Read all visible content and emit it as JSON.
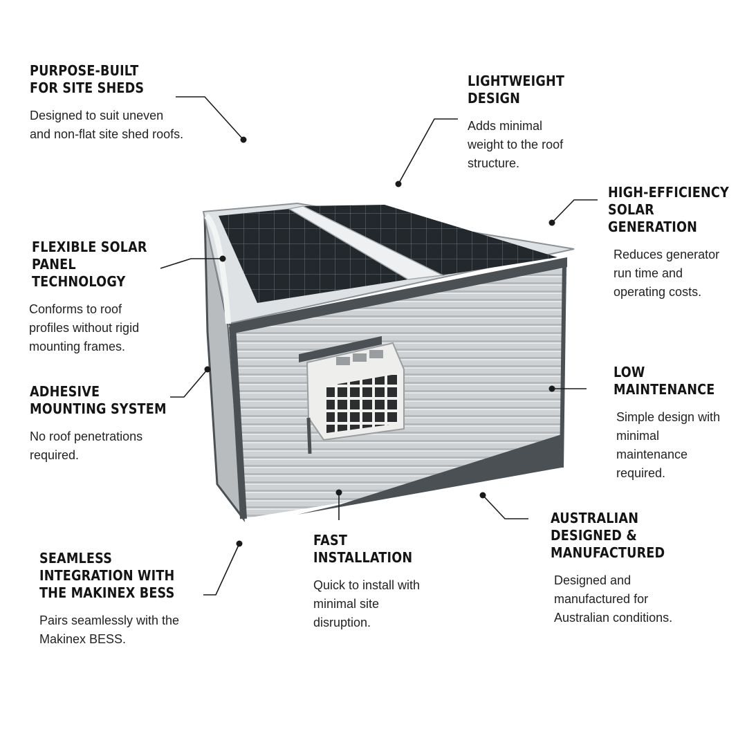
{
  "colors": {
    "text_heading": "#141414",
    "text_body": "#222222",
    "leader_line": "#1a1a1a",
    "solar_panel": "#1e2226",
    "shed_cladding": "#c9ccce",
    "shed_trim": "#4b5054"
  },
  "product_image": {
    "subject": "site-shed-with-flexible-solar-panels"
  },
  "features": {
    "purpose_built": {
      "title": "PURPOSE-BUILT\nFOR SITE SHEDS",
      "description": "Designed to suit uneven\nand non-flat site shed roofs."
    },
    "lightweight": {
      "title": "LIGHTWEIGHT\nDESIGN",
      "description": "Adds minimal\nweight to the roof\nstructure."
    },
    "high_efficiency": {
      "title": "HIGH-EFFICIENCY\nSOLAR\nGENERATION",
      "description": "Reduces generator\nrun time and\noperating costs."
    },
    "flexible_panel": {
      "title": "FLEXIBLE SOLAR\nPANEL\nTECHNOLOGY",
      "description": "Conforms to roof\nprofiles without rigid\nmounting frames."
    },
    "adhesive_mounting": {
      "title": "ADHESIVE\nMOUNTING SYSTEM",
      "description": "No roof penetrations\nrequired."
    },
    "low_maintenance": {
      "title": "LOW\nMAINTENANCE",
      "description": "Simple design with\nminimal\nmaintenance\nrequired."
    },
    "seamless_integration": {
      "title": "SEAMLESS\nINTEGRATION WITH\nTHE MAKINEX BESS",
      "description": "Pairs seamlessly with the\nMakinex BESS."
    },
    "fast_installation": {
      "title": "FAST\nINSTALLATION",
      "description": "Quick to install with\nminimal site\ndisruption."
    },
    "australian_made": {
      "title": "AUSTRALIAN\nDESIGNED &\nMANUFACTURED",
      "description": "Designed and\nmanufactured for\nAustralian conditions."
    }
  }
}
